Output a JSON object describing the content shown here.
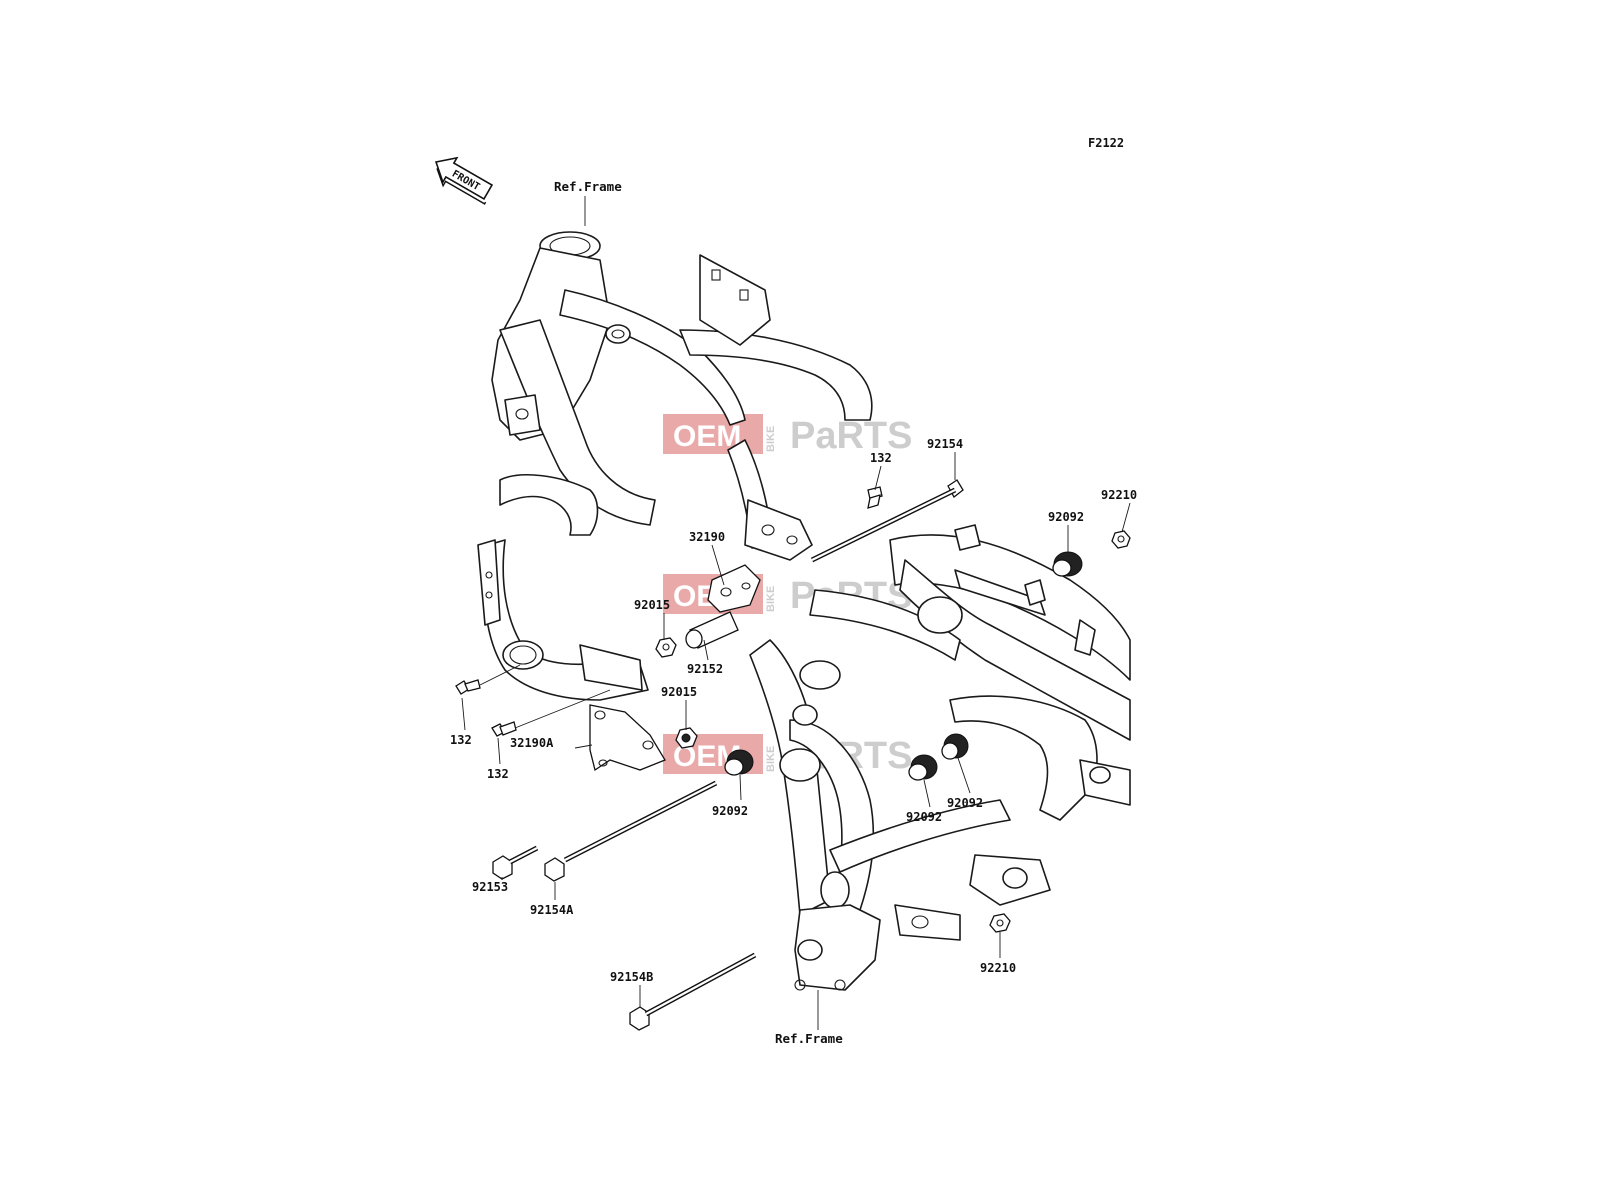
{
  "diagram": {
    "code": "F2122",
    "front_label": "FRONT",
    "ref_frame_top": "Ref.Frame",
    "ref_frame_bottom": "Ref.Frame",
    "watermark": {
      "a": "OEM",
      "b": "BIKE",
      "c": "PaRTS",
      "color_red": "#e8a0a0",
      "color_gray": "#c8c8c8"
    },
    "parts": {
      "p132_top": "132",
      "p92154_top": "92154",
      "p92210_top": "92210",
      "p92092_top": "92092",
      "p32190": "32190",
      "p92015_upper": "92015",
      "p92152": "92152",
      "p92015_lower": "92015",
      "p132_left": "132",
      "p32190A": "32190A",
      "p132_mid": "132",
      "p92092_left": "92092",
      "p92092_mid": "92092",
      "p92092_right": "92092",
      "p92153": "92153",
      "p92154A": "92154A",
      "p92154B": "92154B",
      "p92210_bottom": "92210"
    }
  }
}
